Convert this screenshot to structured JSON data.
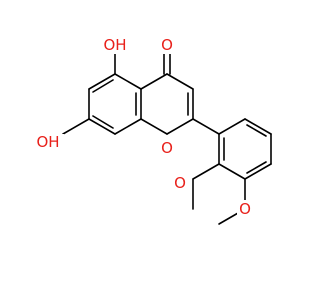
{
  "molecule": {
    "atoms": {
      "oh_5": "OH",
      "o_keto": "O",
      "oh_7": "OH",
      "o_ring": "O",
      "o_methoxy_2": "O",
      "o_methoxy_3": "O"
    },
    "colors": {
      "bond": "#000000",
      "oxygen": "#e8201a",
      "background": "#ffffff"
    }
  }
}
